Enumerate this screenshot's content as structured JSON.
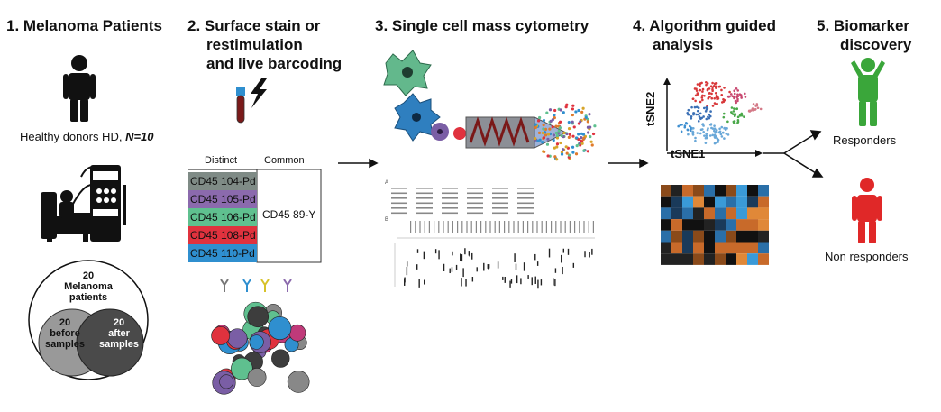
{
  "steps": [
    {
      "number": "1.",
      "title": "Melanoma Patients"
    },
    {
      "number": "2.",
      "title_lines": [
        "Surface stain or",
        "restimulation",
        "and live barcoding"
      ]
    },
    {
      "number": "3.",
      "title": "Single cell mass cytometry"
    },
    {
      "number": "4.",
      "title_lines": [
        "Algorithm guided",
        "analysis"
      ]
    },
    {
      "number": "5.",
      "title_lines": [
        "Biomarker",
        "discovery"
      ]
    }
  ],
  "panel1": {
    "healthy_donors_prefix": "Healthy donors HD, ",
    "healthy_donors_n": "N=10",
    "venn": {
      "top_count": "20",
      "top_label_lines": [
        "Melanoma",
        "patients"
      ],
      "left_count": "20",
      "left_label_lines": [
        "before",
        "samples"
      ],
      "right_count": "20",
      "right_label_lines": [
        "after",
        "samples"
      ]
    }
  },
  "panel2": {
    "header_distinct": "Distinct",
    "header_common": "Common",
    "barcodes": [
      {
        "label": "CD45 104-Pd",
        "color": "#7f8b86"
      },
      {
        "label": "CD45 105-Pd",
        "color": "#8b6aad"
      },
      {
        "label": "CD45 106-Pd",
        "color": "#5fc08f"
      },
      {
        "label": "CD45 108-Pd",
        "color": "#e0323e"
      },
      {
        "label": "CD45 110-Pd",
        "color": "#2f8fcf"
      }
    ],
    "common_value": "CD45 89-Y"
  },
  "panel3": {
    "panel_a_label": "A",
    "panel_b_label": "B"
  },
  "panel4": {
    "x_axis_label": "tSNE1",
    "y_axis_label": "tSNE2"
  },
  "panel5": {
    "responders_label": "Responders",
    "non_responders_label": "Non responders",
    "responder_color": "#3aa63a",
    "non_responder_color": "#e02828"
  }
}
